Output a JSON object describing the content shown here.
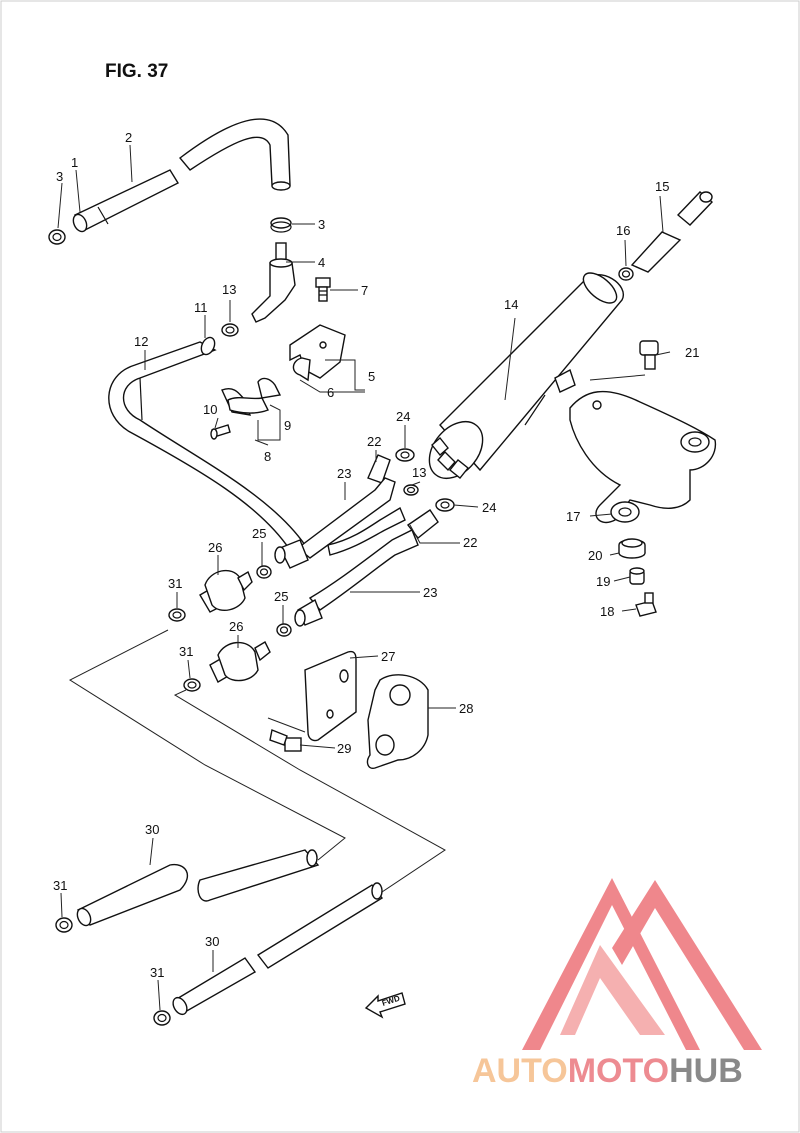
{
  "figure": {
    "title": "FIG. 37"
  },
  "callouts": {
    "c1": "1",
    "c2": "2",
    "c3a": "3",
    "c3b": "3",
    "c4": "4",
    "c5": "5",
    "c6": "6",
    "c7": "7",
    "c8": "8",
    "c9": "9",
    "c10": "10",
    "c11": "11",
    "c12": "12",
    "c13a": "13",
    "c13b": "13",
    "c14": "14",
    "c15": "15",
    "c16": "16",
    "c17": "17",
    "c18": "18",
    "c19": "19",
    "c20": "20",
    "c21": "21",
    "c22a": "22",
    "c22b": "22",
    "c23a": "23",
    "c23b": "23",
    "c24a": "24",
    "c24b": "24",
    "c25a": "25",
    "c25b": "25",
    "c26a": "26",
    "c26b": "26",
    "c27": "27",
    "c28": "28",
    "c29": "29",
    "c30a": "30",
    "c30b": "30",
    "c31a": "31",
    "c31b": "31",
    "c31c": "31",
    "c31d": "31"
  },
  "direction_marker": {
    "label": "FWD"
  },
  "watermark": {
    "part1": "AUTO",
    "part2": "MOTO",
    "part3": "HUB",
    "logo_color": "#ee7b80",
    "accent_color": "#f6c08e"
  }
}
